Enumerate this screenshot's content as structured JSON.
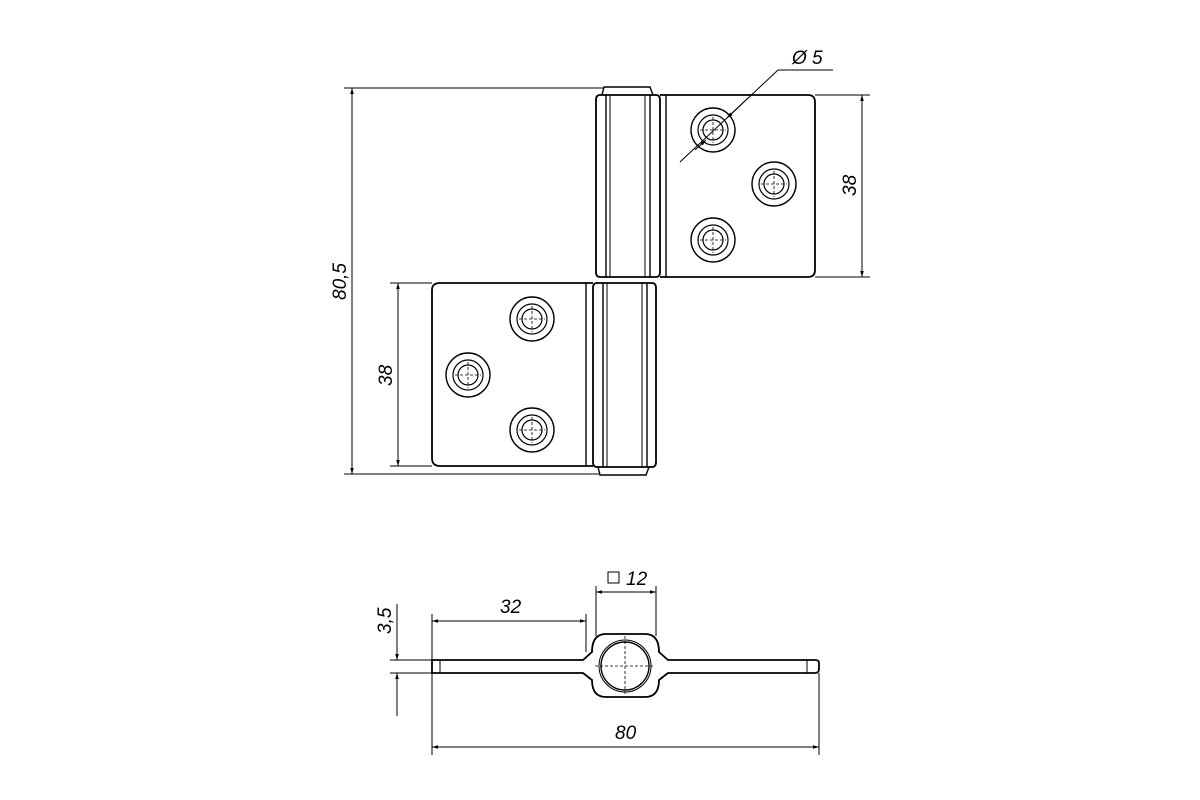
{
  "drawing": {
    "front_view": {
      "overall_height_label": "80,5",
      "upper_leaf_height_label": "38",
      "lower_leaf_height_label": "38",
      "hole_diameter_label": "Ø 5"
    },
    "section_view": {
      "thickness_label": "3,5",
      "leaf_width_label": "32",
      "knuckle_square_label": "12",
      "overall_width_label": "80"
    },
    "colors": {
      "line": "#000000",
      "background": "#ffffff"
    }
  }
}
